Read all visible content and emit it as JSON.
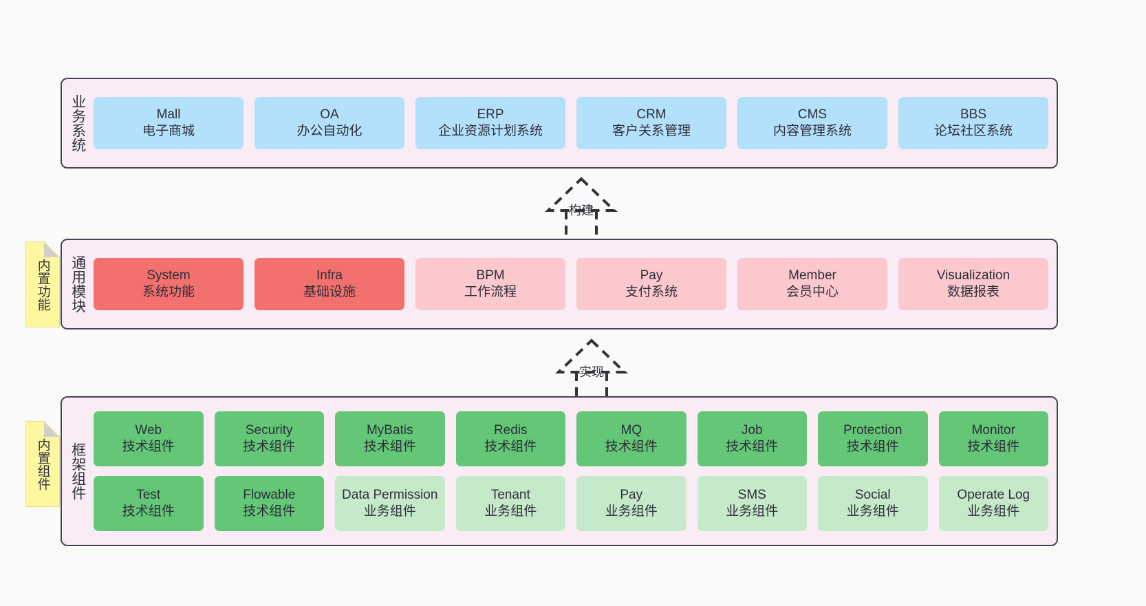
{
  "background_color": "#fafafa",
  "palette": {
    "layer_fill": "#f9ecf5",
    "layer_border": "#4a4453",
    "blue": "#b3e0fa",
    "red": "#f2706e",
    "pink": "#fac8cd",
    "green": "#63c777",
    "light_green": "#c5e9c9",
    "note_yellow": "#fdf7a0"
  },
  "layers": [
    {
      "id": "business",
      "caption": "业务系统",
      "rows": [
        {
          "nodes": [
            {
              "en": "Mall",
              "cn": "电子商城",
              "color": "blue"
            },
            {
              "en": "OA",
              "cn": "办公自动化",
              "color": "blue"
            },
            {
              "en": "ERP",
              "cn": "企业资源计划系统",
              "color": "blue"
            },
            {
              "en": "CRM",
              "cn": "客户关系管理",
              "color": "blue"
            },
            {
              "en": "CMS",
              "cn": "内容管理系统",
              "color": "blue"
            },
            {
              "en": "BBS",
              "cn": "论坛社区系统",
              "color": "blue"
            }
          ]
        }
      ]
    },
    {
      "id": "common",
      "caption": "通用模块",
      "note": "内置功能",
      "rows": [
        {
          "nodes": [
            {
              "en": "System",
              "cn": "系统功能",
              "color": "red"
            },
            {
              "en": "Infra",
              "cn": "基础设施",
              "color": "red"
            },
            {
              "en": "BPM",
              "cn": "工作流程",
              "color": "pink"
            },
            {
              "en": "Pay",
              "cn": "支付系统",
              "color": "pink"
            },
            {
              "en": "Member",
              "cn": "会员中心",
              "color": "pink"
            },
            {
              "en": "Visualization",
              "cn": "数据报表",
              "color": "pink"
            }
          ]
        }
      ]
    },
    {
      "id": "framework",
      "caption": "框架组件",
      "note": "内置组件",
      "rows": [
        {
          "nodes": [
            {
              "en": "Web",
              "cn": "技术组件",
              "color": "green"
            },
            {
              "en": "Security",
              "cn": "技术组件",
              "color": "green"
            },
            {
              "en": "MyBatis",
              "cn": "技术组件",
              "color": "green"
            },
            {
              "en": "Redis",
              "cn": "技术组件",
              "color": "green"
            },
            {
              "en": "MQ",
              "cn": "技术组件",
              "color": "green"
            },
            {
              "en": "Job",
              "cn": "技术组件",
              "color": "green"
            },
            {
              "en": "Protection",
              "cn": "技术组件",
              "color": "green"
            },
            {
              "en": "Monitor",
              "cn": "技术组件",
              "color": "green"
            }
          ]
        },
        {
          "nodes": [
            {
              "en": "Test",
              "cn": "技术组件",
              "color": "green"
            },
            {
              "en": "Flowable",
              "cn": "技术组件",
              "color": "green"
            },
            {
              "en": "Data Permission",
              "cn": "业务组件",
              "color": "lightgreen",
              "wrap": true
            },
            {
              "en": "Tenant",
              "cn": "业务组件",
              "color": "lightgreen"
            },
            {
              "en": "Pay",
              "cn": "业务组件",
              "color": "lightgreen"
            },
            {
              "en": "SMS",
              "cn": "业务组件",
              "color": "lightgreen"
            },
            {
              "en": "Social",
              "cn": "业务组件",
              "color": "lightgreen"
            },
            {
              "en": "Operate Log",
              "cn": "业务组件",
              "color": "lightgreen"
            }
          ]
        }
      ]
    }
  ],
  "connectors": [
    {
      "id": "build",
      "label": "构建",
      "style": "dashed-generalization",
      "direction": "up"
    },
    {
      "id": "realize",
      "label": "实现",
      "style": "dashed-generalization",
      "direction": "up"
    }
  ]
}
